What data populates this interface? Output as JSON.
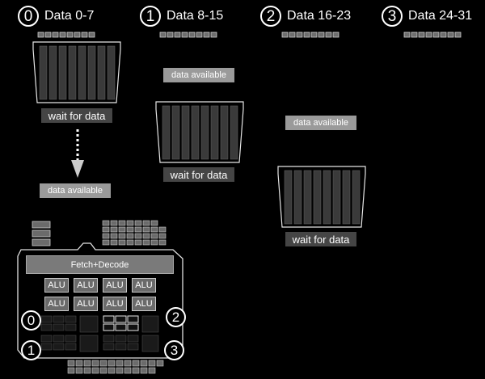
{
  "warps": [
    {
      "index": "0",
      "title": "Data 0-7"
    },
    {
      "index": "1",
      "title": "Data 8-15"
    },
    {
      "index": "2",
      "title": "Data 16-23"
    },
    {
      "index": "3",
      "title": "Data 24-31"
    }
  ],
  "labels": {
    "wait": "wait for data",
    "available": "data available"
  },
  "core": {
    "fetch_decode": "Fetch+Decode",
    "alu": "ALU",
    "warp_slots": [
      "0",
      "2",
      "1",
      "3"
    ]
  },
  "colors": {
    "background": "#000000",
    "block_fill": "#3a3a3a",
    "wait_label": "#454545",
    "available_label": "#9a9a9a",
    "alu_fill": "#6b6b6b"
  }
}
